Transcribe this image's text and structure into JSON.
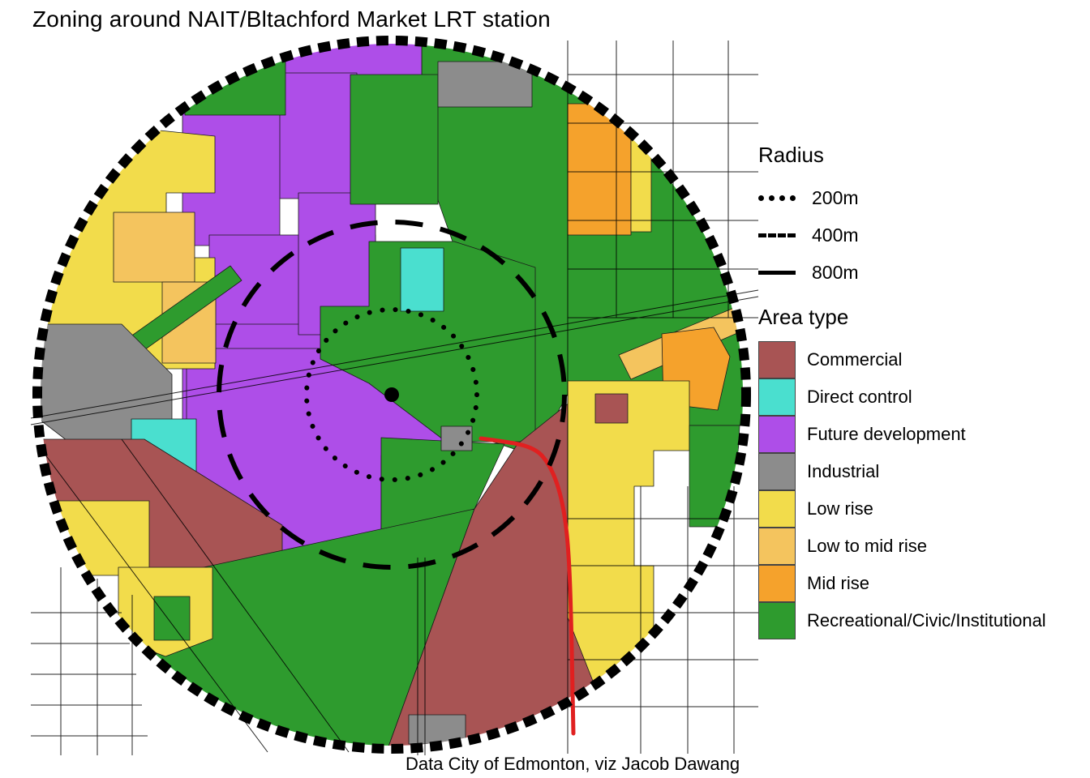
{
  "title": "Zoning around NAIT/Bltachford Market LRT station",
  "caption": "Data City of Edmonton, viz Jacob Dawang",
  "radius_legend": {
    "heading": "Radius",
    "items": [
      {
        "label": "200m",
        "style": "dotted"
      },
      {
        "label": "400m",
        "style": "dashed"
      },
      {
        "label": "800m",
        "style": "solid"
      }
    ]
  },
  "area_legend": {
    "heading": "Area type",
    "items": [
      {
        "key": "commercial",
        "label": "Commercial",
        "color": "#A85454"
      },
      {
        "key": "direct-control",
        "label": "Direct control",
        "color": "#4ADFCF"
      },
      {
        "key": "future-development",
        "label": "Future development",
        "color": "#AE4EE8"
      },
      {
        "key": "industrial",
        "label": "Industrial",
        "color": "#8C8C8C"
      },
      {
        "key": "low-rise",
        "label": "Low rise",
        "color": "#F2DC4B"
      },
      {
        "key": "low-mid-rise",
        "label": "Low to mid rise",
        "color": "#F4C45E"
      },
      {
        "key": "mid-rise",
        "label": "Mid rise",
        "color": "#F5A22C"
      },
      {
        "key": "rec-civic",
        "label": "Recreational/Civic/Institutional",
        "color": "#2E9B2E"
      }
    ]
  },
  "map": {
    "boundary_color": "#000000",
    "lrt_line_color": "#E02020",
    "radii_m": [
      200,
      400,
      800
    ]
  }
}
